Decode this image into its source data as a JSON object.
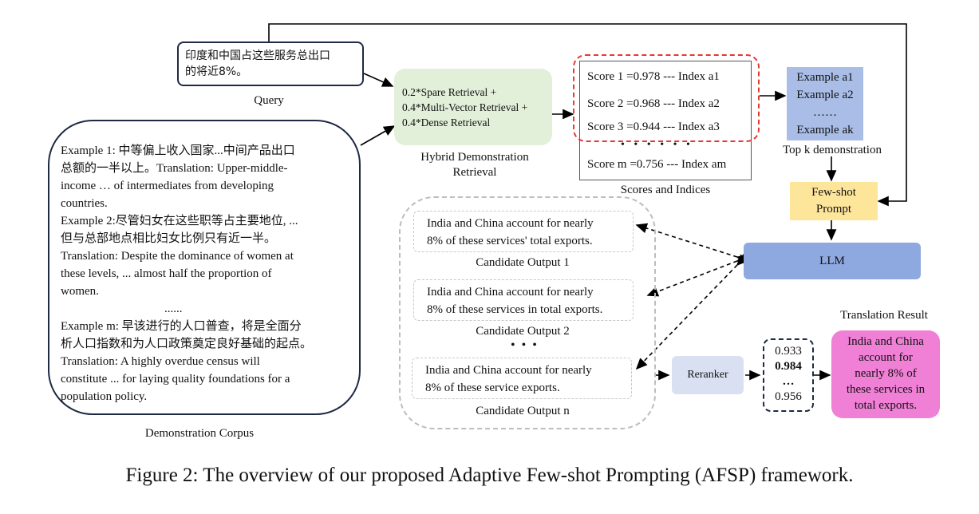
{
  "query": {
    "text_line1": "印度和中国占这些服务总出口",
    "text_line2": "的将近8%。",
    "label": "Query"
  },
  "corpus": {
    "lines": [
      "Example 1: 中等偏上收入国家...中间产品出口",
      "总额的一半以上。Translation: Upper-middle-",
      "income … of intermediates from developing",
      "countries.",
      "Example 2:尽管妇女在这些职等占主要地位, ...",
      "但与总部地点相比妇女比例只有近一半。",
      "Translation: Despite the dominance of women at",
      "these levels, ... almost half the proportion of",
      "women.",
      "......",
      "Example m: 早该进行的人口普查，将是全面分",
      "析人口指数和为人口政策奠定良好基础的起点。",
      "Translation: A highly overdue census will",
      "constitute ... for laying quality foundations for a",
      "population policy."
    ],
    "label": "Demonstration Corpus"
  },
  "retrieval": {
    "lines": [
      "0.2*Spare Retrieval +",
      "0.4*Multi-Vector Retrieval +",
      "0.4*Dense Retrieval"
    ],
    "label_line1": "Hybrid Demonstration",
    "label_line2": "Retrieval"
  },
  "scores": {
    "rows": [
      "Score 1 =0.978 --- Index a1",
      "Score 2 =0.968 --- Index a2",
      "Score 3 =0.944 --- Index a3"
    ],
    "dots": "• • • • • •",
    "last_row": "Score m =0.756 --- Index am",
    "label": "Scores and Indices"
  },
  "topk": {
    "lines": [
      "Example a1",
      "Example a2",
      "……",
      "Example ak"
    ],
    "label": "Top k demonstration"
  },
  "fewshot": {
    "line1": "Few-shot",
    "line2": "Prompt"
  },
  "llm": {
    "label": "LLM"
  },
  "candidates": [
    {
      "line1": "India and China account for nearly",
      "line2": "8% of these services' total exports.",
      "label": "Candidate Output 1"
    },
    {
      "line1": "India and China account for nearly",
      "line2": "8% of these services in total exports.",
      "label": "Candidate Output 2"
    },
    {
      "line1": "India and China account for nearly",
      "line2": "8% of these service exports.",
      "label": "Candidate Output n"
    }
  ],
  "candidates_ellipsis": "• • •",
  "reranker": {
    "label": "Reranker"
  },
  "rerank_scores": {
    "s1": "0.933",
    "s2": "0.984",
    "dots": "…",
    "s3": "0.956"
  },
  "result": {
    "label": "Translation Result",
    "lines": [
      "India and China",
      "account for",
      "nearly 8% of",
      "these services in",
      "total exports."
    ]
  },
  "caption": "Figure 2: The overview of our proposed Adaptive Few-shot Prompting (AFSP) framework.",
  "colors": {
    "retrieval_fill": "#e2efd9",
    "scores_highlight": "#e53935",
    "topk_fill": "#a9bde6",
    "fewshot_fill": "#fde59a",
    "llm_fill": "#8ea8e0",
    "reranker_fill": "#d9e0f2",
    "result_fill": "#f07fd6",
    "navy": "#1e2a44"
  }
}
